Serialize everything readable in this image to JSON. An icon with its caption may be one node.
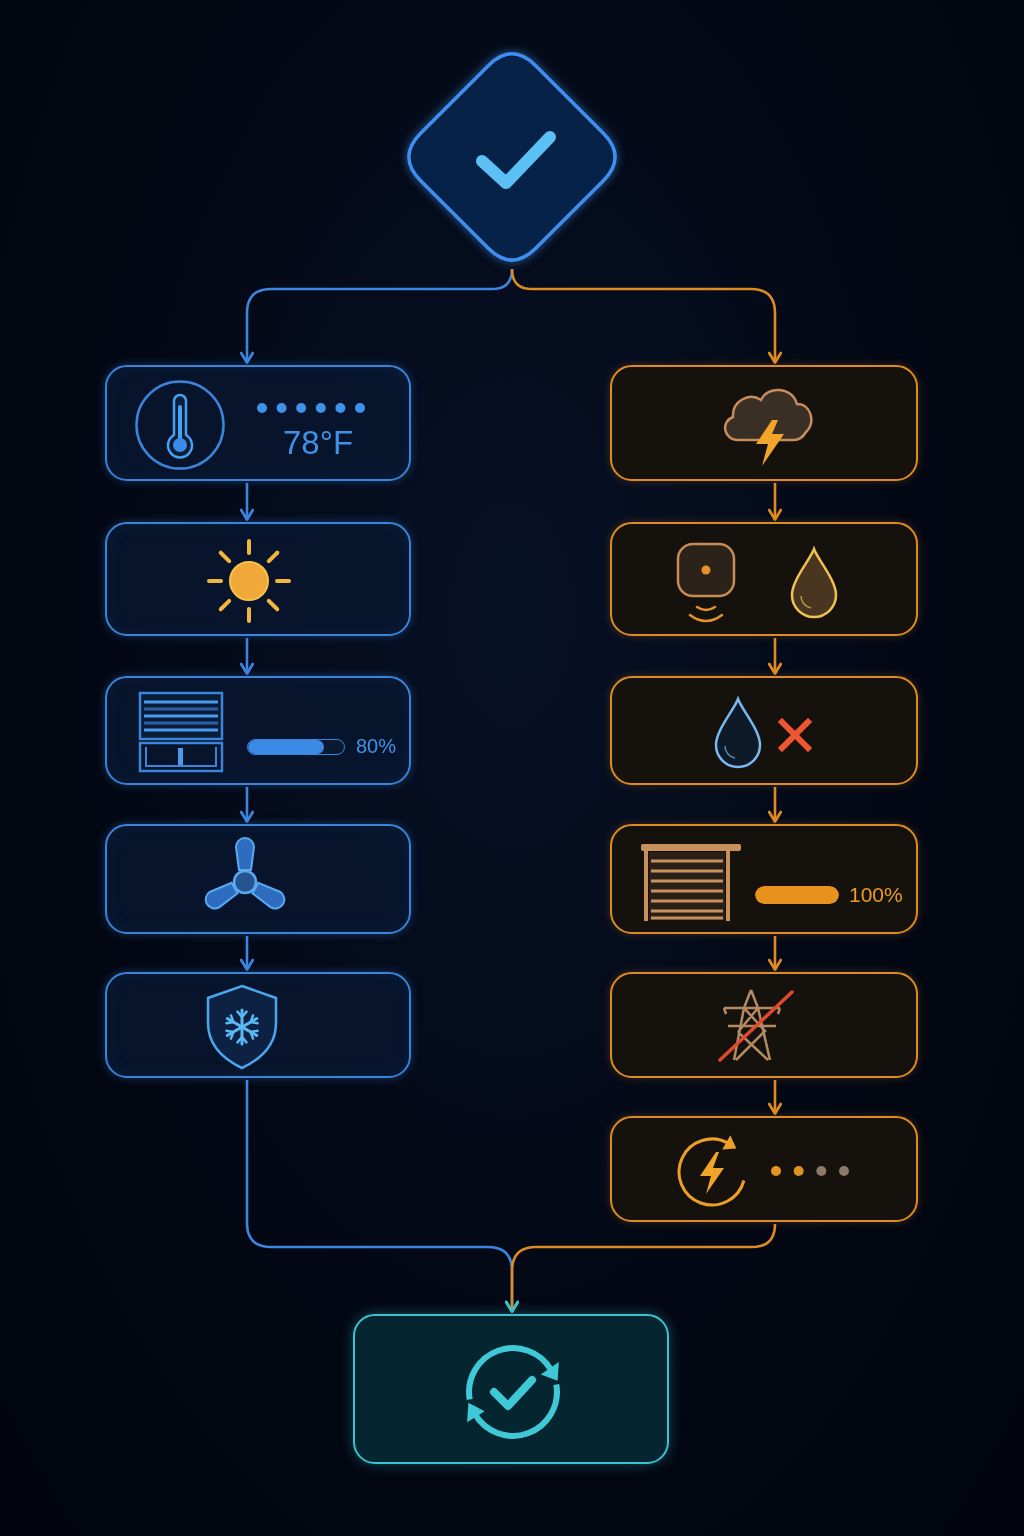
{
  "diagram": {
    "nodes": [
      {
        "text": [],
        "shape": "diamond"
      },
      {
        "text": [
          "78°F"
        ]
      },
      {
        "text": [],
        "shape": "box"
      },
      {
        "text": [
          "80%"
        ]
      },
      {
        "text": [],
        "shape": "box"
      },
      {
        "text": [],
        "shape": "box"
      },
      {
        "text": [],
        "shape": "box"
      },
      {
        "text": [],
        "shape": "box"
      },
      {
        "text": [],
        "shape": "box"
      },
      {
        "text": [
          "100%"
        ]
      },
      {
        "text": [],
        "shape": "box"
      },
      {
        "text": [],
        "shape": "box"
      },
      {
        "text": [],
        "shape": "box"
      }
    ],
    "edges": [
      {
        "from": 0,
        "to": 1,
        "arrow": "to",
        "color": "#3a86e0"
      },
      {
        "from": 0,
        "to": 6,
        "arrow": "to"
      },
      {
        "from": 1,
        "to": 2,
        "arrow": "to",
        "color": "#3a86e0"
      },
      {
        "from": 2,
        "to": 3,
        "arrow": "to",
        "color": "#3a86e0"
      },
      {
        "from": 3,
        "to": 4,
        "arrow": "to",
        "color": "#3a86e0"
      },
      {
        "from": 4,
        "to": 5,
        "arrow": "to",
        "color": "#3a86e0"
      },
      {
        "from": 6,
        "to": 7,
        "arrow": "to"
      },
      {
        "from": 7,
        "to": 8,
        "arrow": "to"
      },
      {
        "from": 8,
        "to": 9,
        "arrow": "to"
      },
      {
        "from": 9,
        "to": 10,
        "arrow": "to"
      },
      {
        "from": 10,
        "to": 11,
        "arrow": "to"
      },
      {
        "from": 5,
        "to": 12,
        "arrow": "to",
        "color": "#3a86e0"
      },
      {
        "from": 11,
        "to": 12,
        "arrow": "to"
      }
    ]
  }
}
